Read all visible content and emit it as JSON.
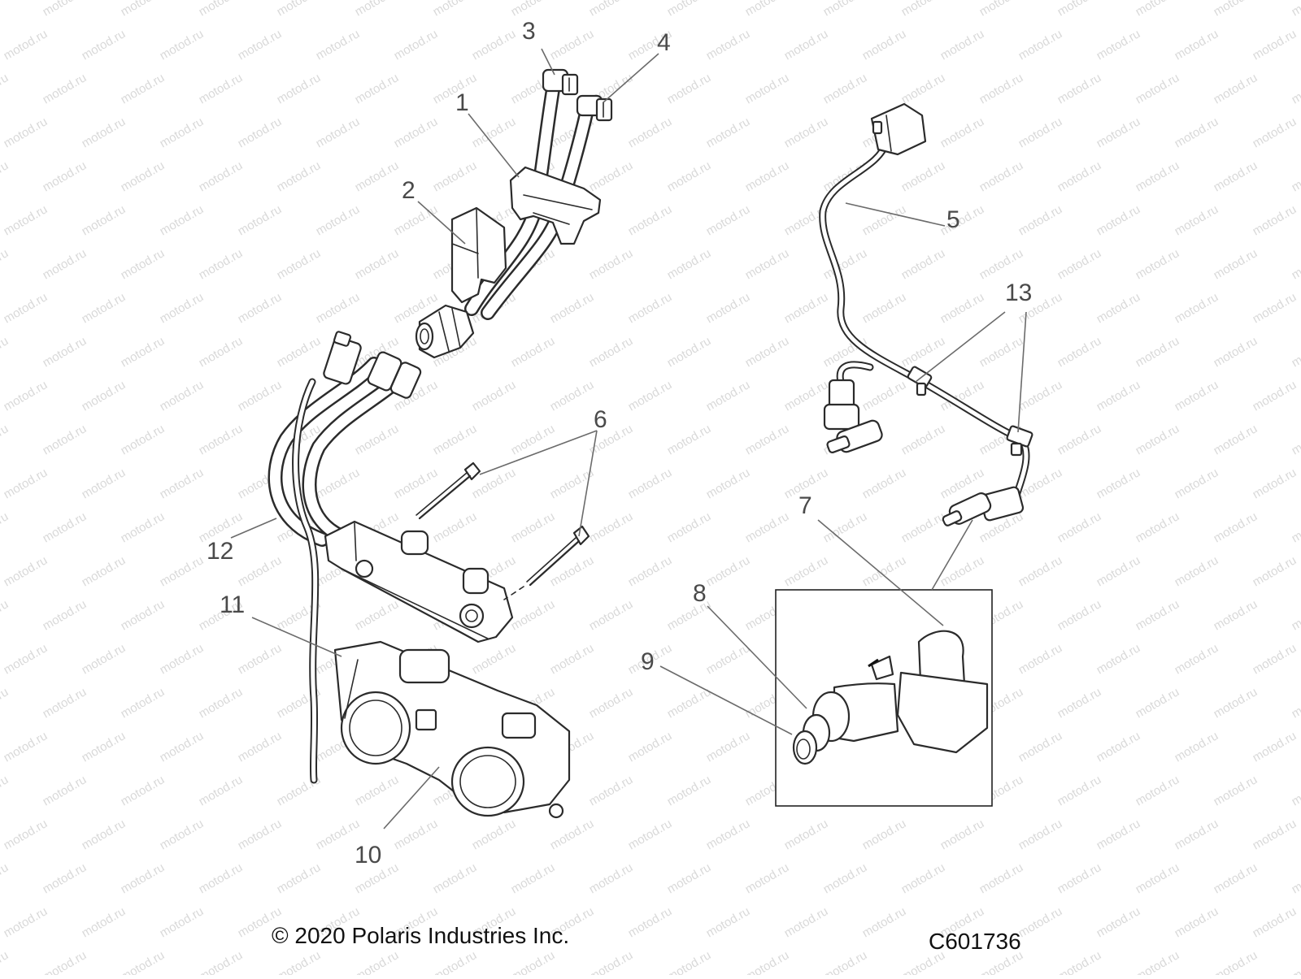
{
  "diagram": {
    "callouts": [
      {
        "id": "1",
        "label": "1"
      },
      {
        "id": "2",
        "label": "2"
      },
      {
        "id": "3",
        "label": "3"
      },
      {
        "id": "4",
        "label": "4"
      },
      {
        "id": "5",
        "label": "5"
      },
      {
        "id": "6",
        "label": "6"
      },
      {
        "id": "7",
        "label": "7"
      },
      {
        "id": "8",
        "label": "8"
      },
      {
        "id": "9",
        "label": "9"
      },
      {
        "id": "10",
        "label": "10"
      },
      {
        "id": "11",
        "label": "11"
      },
      {
        "id": "12",
        "label": "12"
      },
      {
        "id": "13",
        "label": "13"
      }
    ],
    "copyright": "© 2020 Polaris Industries Inc.",
    "code": "C601736",
    "watermark": "motod.ru"
  }
}
